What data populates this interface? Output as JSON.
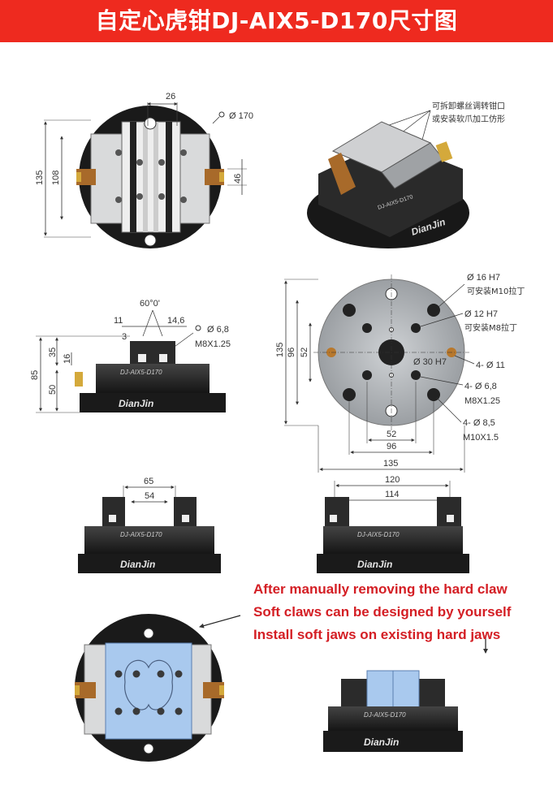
{
  "title": "自定心虎钳DJ-AIX5-D170尺寸图",
  "colors": {
    "banner": "#ee2a1f",
    "note_text": "#d41e24",
    "body": "#1e1e1e",
    "soft_jaw": "#a9c9ee"
  },
  "top_view": {
    "dim_26": "26",
    "dim_170": "Ø  170",
    "dim_135": "135",
    "dim_108": "108",
    "dim_46": "46"
  },
  "iso_view": {
    "note_line1": "可拆卸螺丝调转钳口",
    "note_line2": "或安装软爪加工仿形",
    "body_label": "DJ-AIX5-D170",
    "brand": "DianJin"
  },
  "side_view": {
    "angle": "60°0'",
    "dim_11": "11",
    "dim_14_6": "14,6",
    "dim_3": "3",
    "dim_6_8": "Ø  6,8",
    "thread": "M8X1.25",
    "dim_35": "35",
    "dim_16": "16",
    "dim_85": "85",
    "dim_50": "50",
    "body_label": "DJ-AIX5-D170",
    "brand": "DianJin"
  },
  "bottom_view": {
    "dim_16h7": "Ø  16  H7",
    "note_m10": "可安装M10拉丁",
    "dim_12h7": "Ø  12  H7",
    "note_m8": "可安装M8拉丁",
    "dim_135": "135",
    "dim_96": "96",
    "dim_52": "52",
    "center_bore": "Ø  30  H7",
    "holes_11": "4-  Ø  11",
    "holes_6_8": "4-  Ø  6,8",
    "thread_6_8": "M8X1.25",
    "holes_8_5": "4-  Ø  8,5",
    "thread_8_5": "M10X1.5",
    "dim_bottom_52": "52",
    "dim_bottom_96": "96",
    "dim_bottom_135": "135"
  },
  "front_small": {
    "dim_65": "65",
    "dim_54": "54",
    "body_label": "DJ-AIX5-D170",
    "brand": "DianJin"
  },
  "front_wide": {
    "dim_120": "120",
    "dim_114": "114",
    "body_label": "DJ-AIX5-D170",
    "brand": "DianJin"
  },
  "soft_jaw_notes": [
    "After manually removing the hard claw",
    "Soft claws can be designed by yourself",
    "Install soft jaws on existing hard jaws"
  ],
  "soft_top": {},
  "soft_front": {
    "body_label": "DJ-AIX5-D170",
    "brand": "DianJin"
  }
}
